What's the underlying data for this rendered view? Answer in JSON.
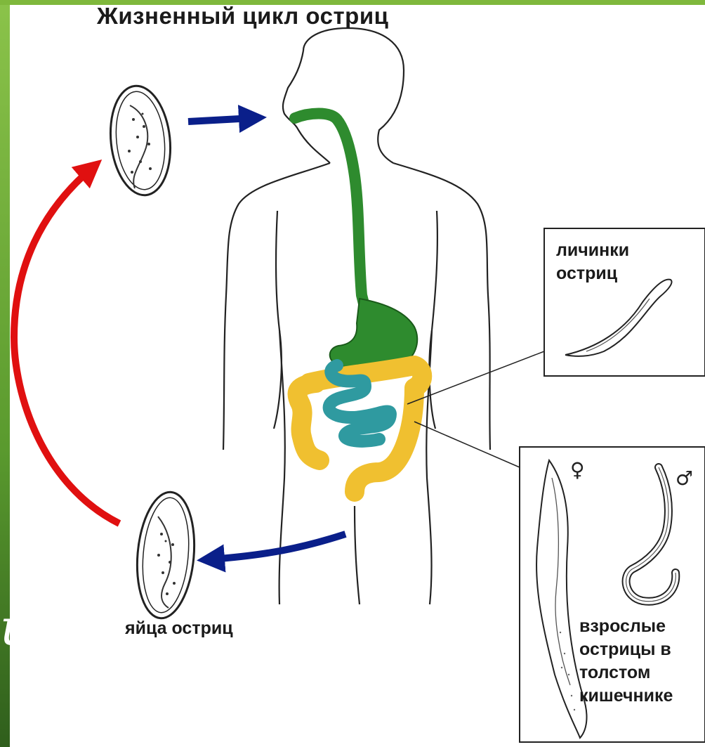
{
  "title": "Жизненный цикл остриц",
  "labels": {
    "larvae": [
      "личинки",
      "остриц"
    ],
    "adults": [
      "взрослые",
      "острицы в",
      "толстом",
      "кишечнике"
    ],
    "eggs": "яйца остриц",
    "female_symbol": "♀",
    "male_symbol": "♂"
  },
  "slide_fragment": "й",
  "colors": {
    "slide_green": "#6aa83a",
    "esophagus_stomach": "#2e8b2e",
    "small_intestine": "#2f9aa0",
    "large_intestine": "#f0c030",
    "blue_arrow": "#0a1f8a",
    "red_arrow": "#e01010",
    "outline": "#222222"
  },
  "icons": [
    "egg-icon",
    "human-body-outline",
    "larva-icon",
    "female-worm-icon",
    "male-worm-icon"
  ]
}
